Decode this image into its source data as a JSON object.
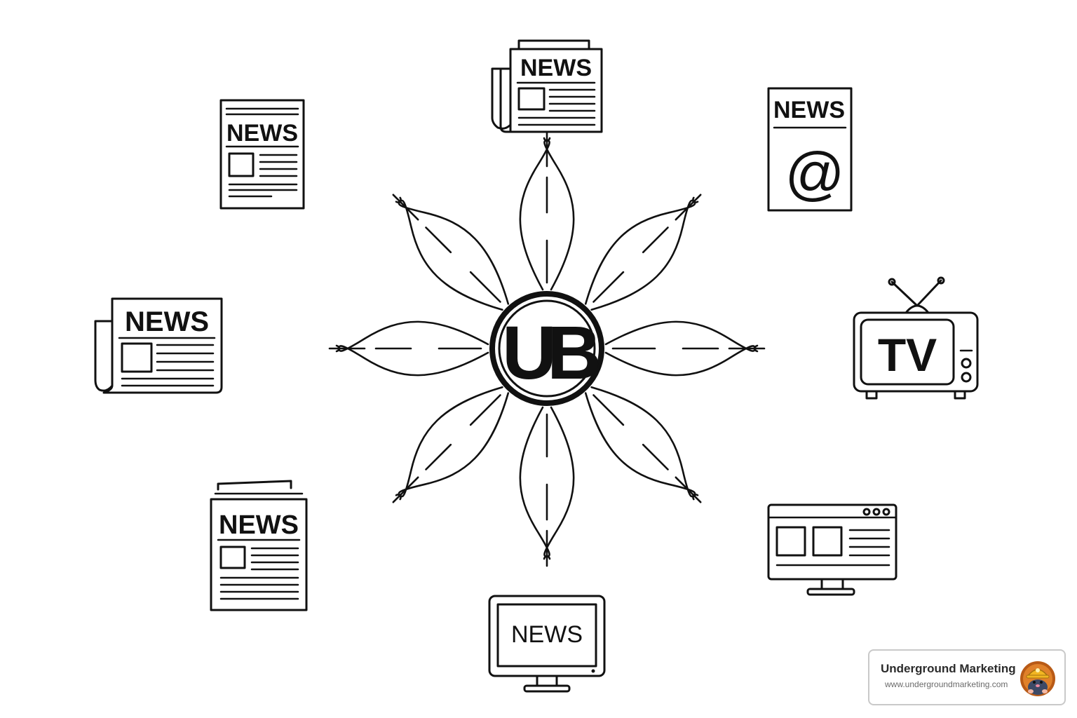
{
  "hub": {
    "logo_text": "UB"
  },
  "media": {
    "newspaper_top": {
      "label": "NEWS"
    },
    "newspaper_top_left": {
      "label": "NEWS"
    },
    "newspaper_left": {
      "label": "NEWS"
    },
    "newspaper_bottom_left": {
      "label": "NEWS"
    },
    "monitor_bottom": {
      "label": "NEWS"
    },
    "email_news_top_right": {
      "label": "NEWS",
      "symbol": "@"
    },
    "television_right": {
      "label": "TV"
    },
    "browser_bottom_right": {
      "label": ""
    }
  },
  "icons": [
    "newspaper-icon",
    "email-news-icon",
    "television-icon",
    "browser-window-icon",
    "monitor-icon",
    "mole-mascot-icon"
  ],
  "badge": {
    "name": "Underground Marketing",
    "url": "www.undergroundmarketing.com"
  }
}
